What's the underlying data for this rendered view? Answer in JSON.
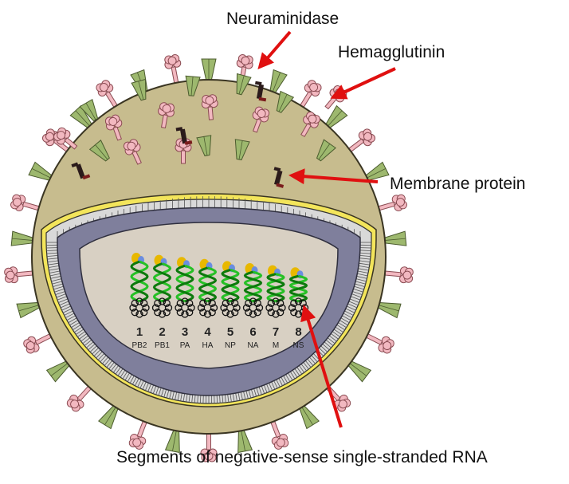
{
  "labels": {
    "neuraminidase": "Neuraminidase",
    "hemagglutinin": "Hemagglutinin",
    "membrane_protein": "Membrane protein",
    "rna_segments": "Segments of negative-sense single-stranded RNA"
  },
  "segments": [
    {
      "number": "1",
      "name": "PB2"
    },
    {
      "number": "2",
      "name": "PB1"
    },
    {
      "number": "3",
      "name": "PA"
    },
    {
      "number": "4",
      "name": "HA"
    },
    {
      "number": "5",
      "name": "NP"
    },
    {
      "number": "6",
      "name": "NA"
    },
    {
      "number": "7",
      "name": "M"
    },
    {
      "number": "8",
      "name": "NS"
    }
  ],
  "colors": {
    "envelope": "#c7bc8e",
    "matrix_band": "#7f7f9c",
    "core": "#d8d0c3",
    "hemagglutinin_spike": "#9db86e",
    "neuraminidase_spike": "#f2b8c0",
    "membrane_protein": "#2b1b1b",
    "arrow": "#e01010",
    "rna_helix": "#26c026"
  }
}
